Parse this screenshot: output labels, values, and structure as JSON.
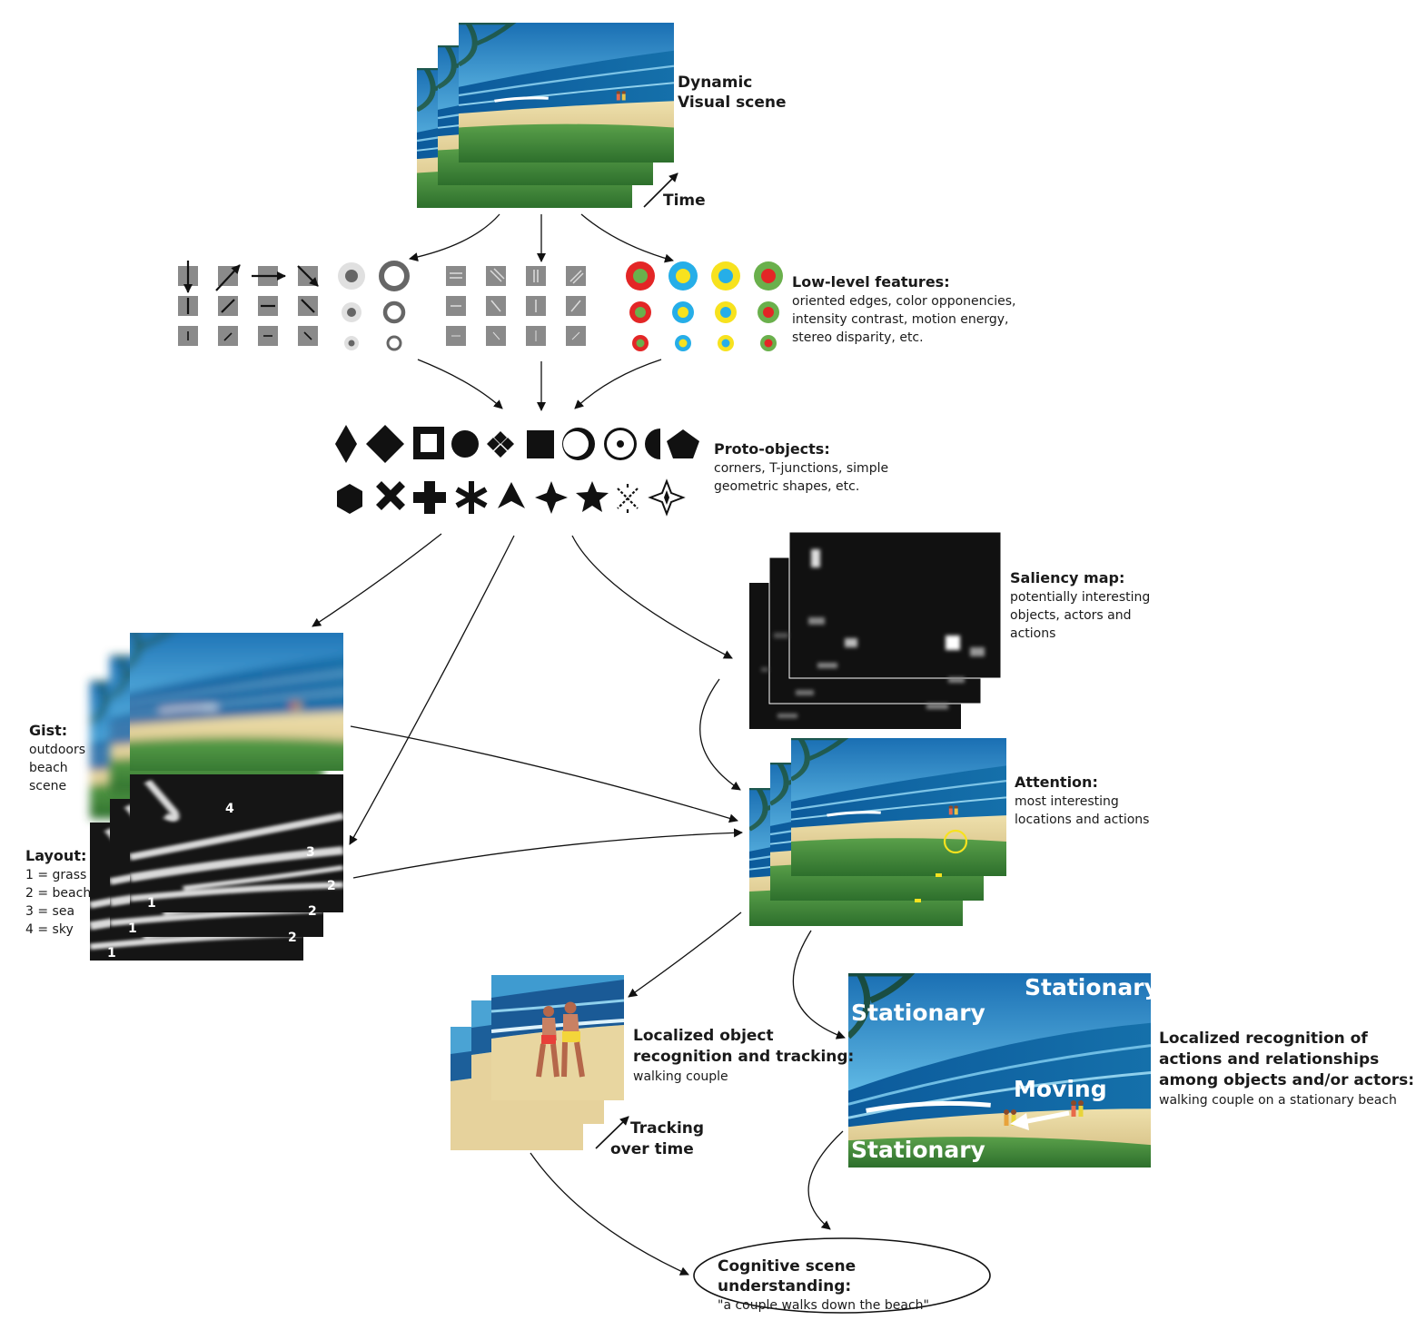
{
  "dynamic_scene": {
    "line1": "Dynamic",
    "line2": "Visual scene",
    "time": "Time"
  },
  "low_level": {
    "title": "Low-level features:",
    "lines": [
      "oriented edges, color opponencies,",
      "intensity contrast, motion energy,",
      "stereo disparity, etc."
    ]
  },
  "proto": {
    "title": "Proto-objects:",
    "lines": [
      "corners, T-junctions, simple",
      "geometric shapes, etc."
    ]
  },
  "saliency": {
    "title": "Saliency map:",
    "lines": [
      "potentially interesting",
      "objects, actors and",
      "actions"
    ]
  },
  "gist": {
    "title": "Gist:",
    "lines": [
      "outdoors",
      "beach",
      "scene"
    ]
  },
  "layout": {
    "title": "Layout:",
    "lines": [
      "1 = grass",
      "2 = beach",
      "3 = sea",
      "4 = sky"
    ],
    "numbers": [
      "4",
      "3",
      "2",
      "1",
      "2",
      "1",
      "2",
      "1"
    ]
  },
  "attention": {
    "title": "Attention:",
    "lines": [
      "most interesting",
      "locations and actions"
    ]
  },
  "localized_object": {
    "title1": "Localized object",
    "title2": "recognition and tracking:",
    "sub": "walking couple",
    "tracking1": "Tracking",
    "tracking2": "over time"
  },
  "localized_actions": {
    "title1": "Localized recognition of",
    "title2": "actions and relationships",
    "title3": "among objects and/or actors:",
    "sub": "walking couple on a stationary beach",
    "overlay": {
      "stationary_top": "Stationary",
      "stationary_left": "Stationary",
      "moving": "Moving",
      "stationary_bottom": "Stationary"
    }
  },
  "cognitive": {
    "title": "Cognitive scene understanding:",
    "quote": "\"a couple walks down the beach\""
  },
  "colors": {
    "sky": "#1f7fc0",
    "sea": "#0d4a8a",
    "sand": "#e3d29a",
    "grass": "#3f8a3a",
    "red": "#e32626",
    "green": "#6ab04c",
    "cyan": "#26aee8",
    "yellow": "#f7e21e",
    "feature_gray": "#8a8a8a"
  },
  "icons": [
    "arrow-icon",
    "palm-icon",
    "couple-icon",
    "diamond-icon",
    "star-icon",
    "hexagon-icon",
    "cross-icon",
    "plus-icon",
    "asterisk-icon",
    "pentagon-icon"
  ]
}
